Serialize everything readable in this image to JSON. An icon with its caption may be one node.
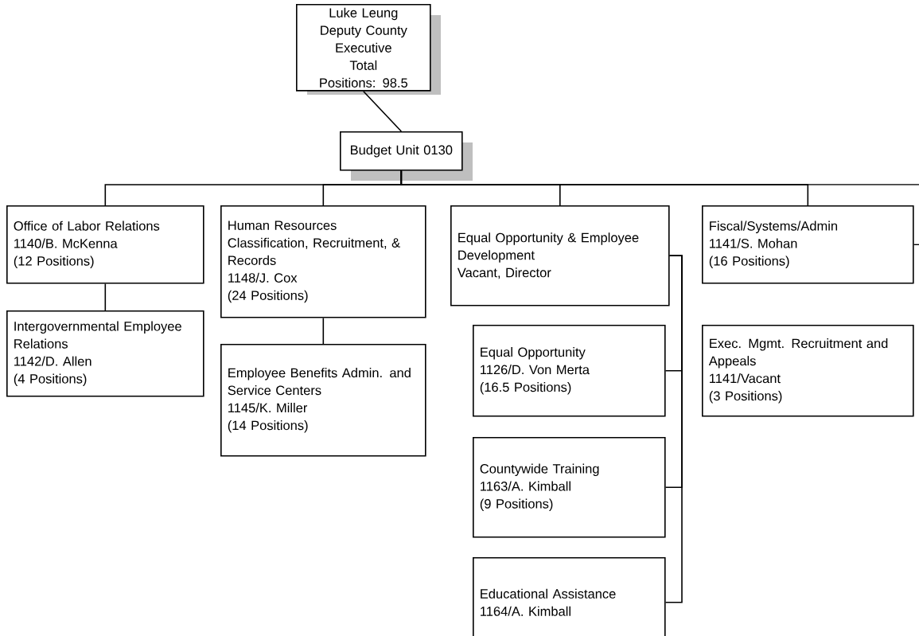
{
  "diagram": {
    "nodes": [
      {
        "text": [
          "Luke Leung",
          "Deputy County Executive",
          "Total Positions: 98.5"
        ]
      },
      {
        "text": [
          "Budget Unit 0130"
        ]
      },
      {
        "text": [
          "Office of Labor Relations",
          "1140/B. McKenna",
          "(12 Positions)"
        ]
      },
      {
        "text": [
          "Intergovernmental Employee Relations",
          "1142/D. Allen",
          "(4 Positions)"
        ]
      },
      {
        "text": [
          "Human Resources Classification, Recruitment, & Records",
          "1148/J. Cox",
          "(24 Positions)"
        ]
      },
      {
        "text": [
          "Employee Benefits Admin. and Service Centers",
          "1145/K. Miller",
          "(14 Positions)"
        ]
      },
      {
        "text": [
          "Equal Opportunity & Employee Development",
          "Vacant, Director"
        ]
      },
      {
        "text": [
          "Equal Opportunity",
          "1126/D. Von Merta",
          "(16.5 Positions)"
        ]
      },
      {
        "text": [
          "Countywide Training",
          "1163/A. Kimball",
          "(9 Positions)"
        ]
      },
      {
        "text": [
          "Educational Assistance",
          "1164/A. Kimball"
        ]
      },
      {
        "text": [
          "Fiscal/Systems/Admin",
          "1141/S. Mohan",
          "(16 Positions)"
        ]
      },
      {
        "text": [
          "Exec. Mgmt. Recruitment and Appeals",
          "1141/Vacant",
          "(3 Positions)"
        ]
      }
    ],
    "edges": [
      {
        "from": 0,
        "to": 1,
        "arrow": "none"
      },
      {
        "from": 1,
        "to": 2,
        "arrow": "none"
      },
      {
        "from": 1,
        "to": 4,
        "arrow": "none"
      },
      {
        "from": 1,
        "to": 6,
        "arrow": "none"
      },
      {
        "from": 1,
        "to": 10,
        "arrow": "none"
      },
      {
        "from": 1,
        "to": null,
        "arrow": "none"
      },
      {
        "from": 2,
        "to": 3,
        "arrow": "none"
      },
      {
        "from": 4,
        "to": 5,
        "arrow": "none"
      },
      {
        "from": 6,
        "to": 7,
        "arrow": "none"
      },
      {
        "from": 6,
        "to": 8,
        "arrow": "none"
      },
      {
        "from": 6,
        "to": 9,
        "arrow": "none"
      },
      {
        "from": 10,
        "to": null,
        "arrow": "none"
      }
    ]
  }
}
